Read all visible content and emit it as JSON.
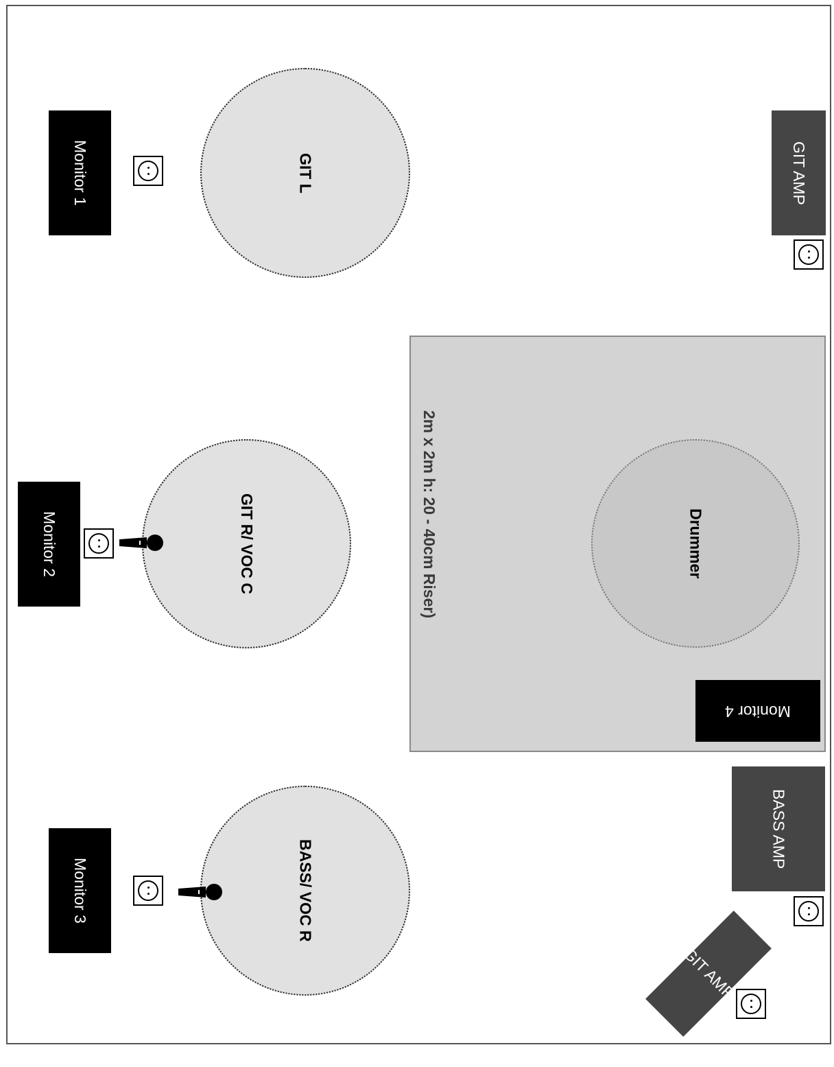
{
  "stage": {
    "riser_label": "2m x 2m h: 20 - 40cm Riser)"
  },
  "performers": {
    "git_l": "GIT L",
    "git_r_voc_c": "GIT R/ VOC C",
    "bass_voc_r": "BASS/ VOC R",
    "drummer": "Drummer"
  },
  "monitors": {
    "m1": "Monitor 1",
    "m2": "Monitor 2",
    "m3": "Monitor 3",
    "m4": "Monitor 4"
  },
  "amps": {
    "git_amp_top": "GIT AMP",
    "bass_amp": "BASS AMP",
    "git_amp_corner": "GIT AMP"
  },
  "colors": {
    "performer_fill": "#e1e1e1",
    "riser_fill": "#d3d3d3",
    "drum_fill": "#c8c8c8",
    "monitor_fill": "#000000",
    "amp_fill": "#454545"
  },
  "icons": [
    "power-outlet-icon",
    "microphone-icon"
  ]
}
